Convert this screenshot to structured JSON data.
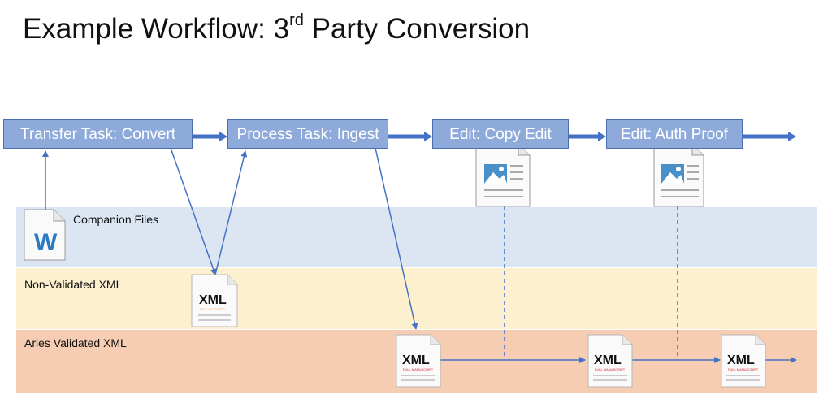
{
  "title": {
    "main": "Example Workflow: 3",
    "sup": "rd",
    "tail": " Party Conversion"
  },
  "tasks": {
    "transfer": "Transfer Task: Convert",
    "process": "Process Task: Ingest",
    "copy_edit": "Edit: Copy Edit",
    "auth_proof": "Edit: Auth Proof"
  },
  "bands": {
    "companion": "Companion Files",
    "nonvalidated": "Non-Validated XML",
    "validated": "Aries Validated XML"
  },
  "docs": {
    "word_letter": "W",
    "xml_label": "XML",
    "not_validated_caption": "NOT VALIDATED",
    "full_manuscript_caption": "FULL MANUSCRIPT"
  },
  "colors": {
    "task_fill": "#8eaadb",
    "arrow": "#4472c4",
    "companion_band": "#dce6f2",
    "nonvalidated_band": "#fdf0cf",
    "validated_band": "#f6cdb3",
    "xml_caption_red": "#d0202a"
  }
}
